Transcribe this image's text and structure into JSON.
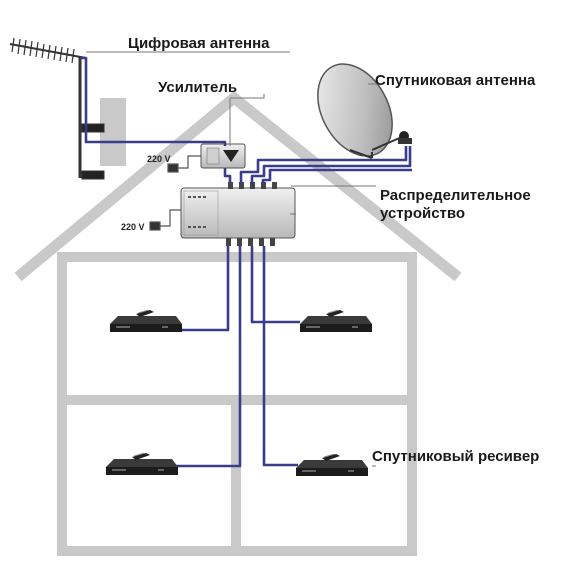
{
  "labels": {
    "terrestrial_antenna": "Цифровая антенна",
    "amplifier": "Усилитель",
    "satellite_dish": "Спутниковая антенна",
    "distribution_line1": "Распределительное",
    "distribution_line2": "устройство",
    "receiver": "Спутниковый ресивер",
    "voltage_amp": "220 V",
    "voltage_dist": "220 V"
  },
  "colors": {
    "house": "#c9c9c9",
    "cable_blue": "#3a3d8c",
    "leader": "#777777",
    "device_dark": "#2a2a2a",
    "device_light": "#d8d8d8"
  },
  "icons": [
    "terrestrial-antenna-icon",
    "amplifier-icon",
    "satellite-dish-icon",
    "multiswitch-icon",
    "receiver-icon",
    "power-plug-icon"
  ]
}
